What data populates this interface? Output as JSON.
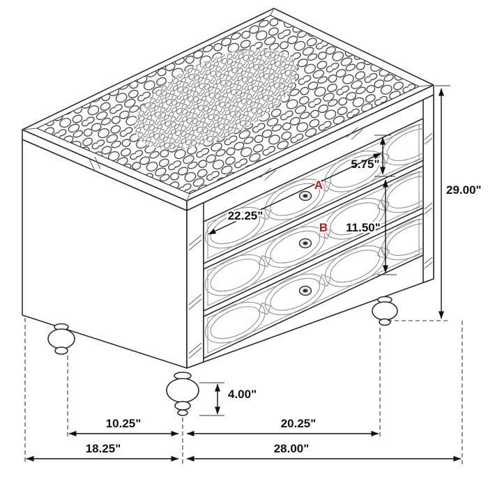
{
  "diagram": {
    "title": "3-drawer nightstand dimension diagram",
    "accent_color": "#cc1414",
    "line_color": "#111111",
    "part_labels": {
      "a": "A",
      "b": "B"
    },
    "dimensions": {
      "overall_height": "29.00\"",
      "top_drawer_height": "5.75\"",
      "bottom_drawer_height": "11.50\"",
      "drawer_width": "22.25\"",
      "foot_height": "4.00\"",
      "foot_inset": "10.25\"",
      "foot_span": "20.25\"",
      "overall_depth": "18.25\"",
      "overall_width": "28.00\""
    }
  }
}
